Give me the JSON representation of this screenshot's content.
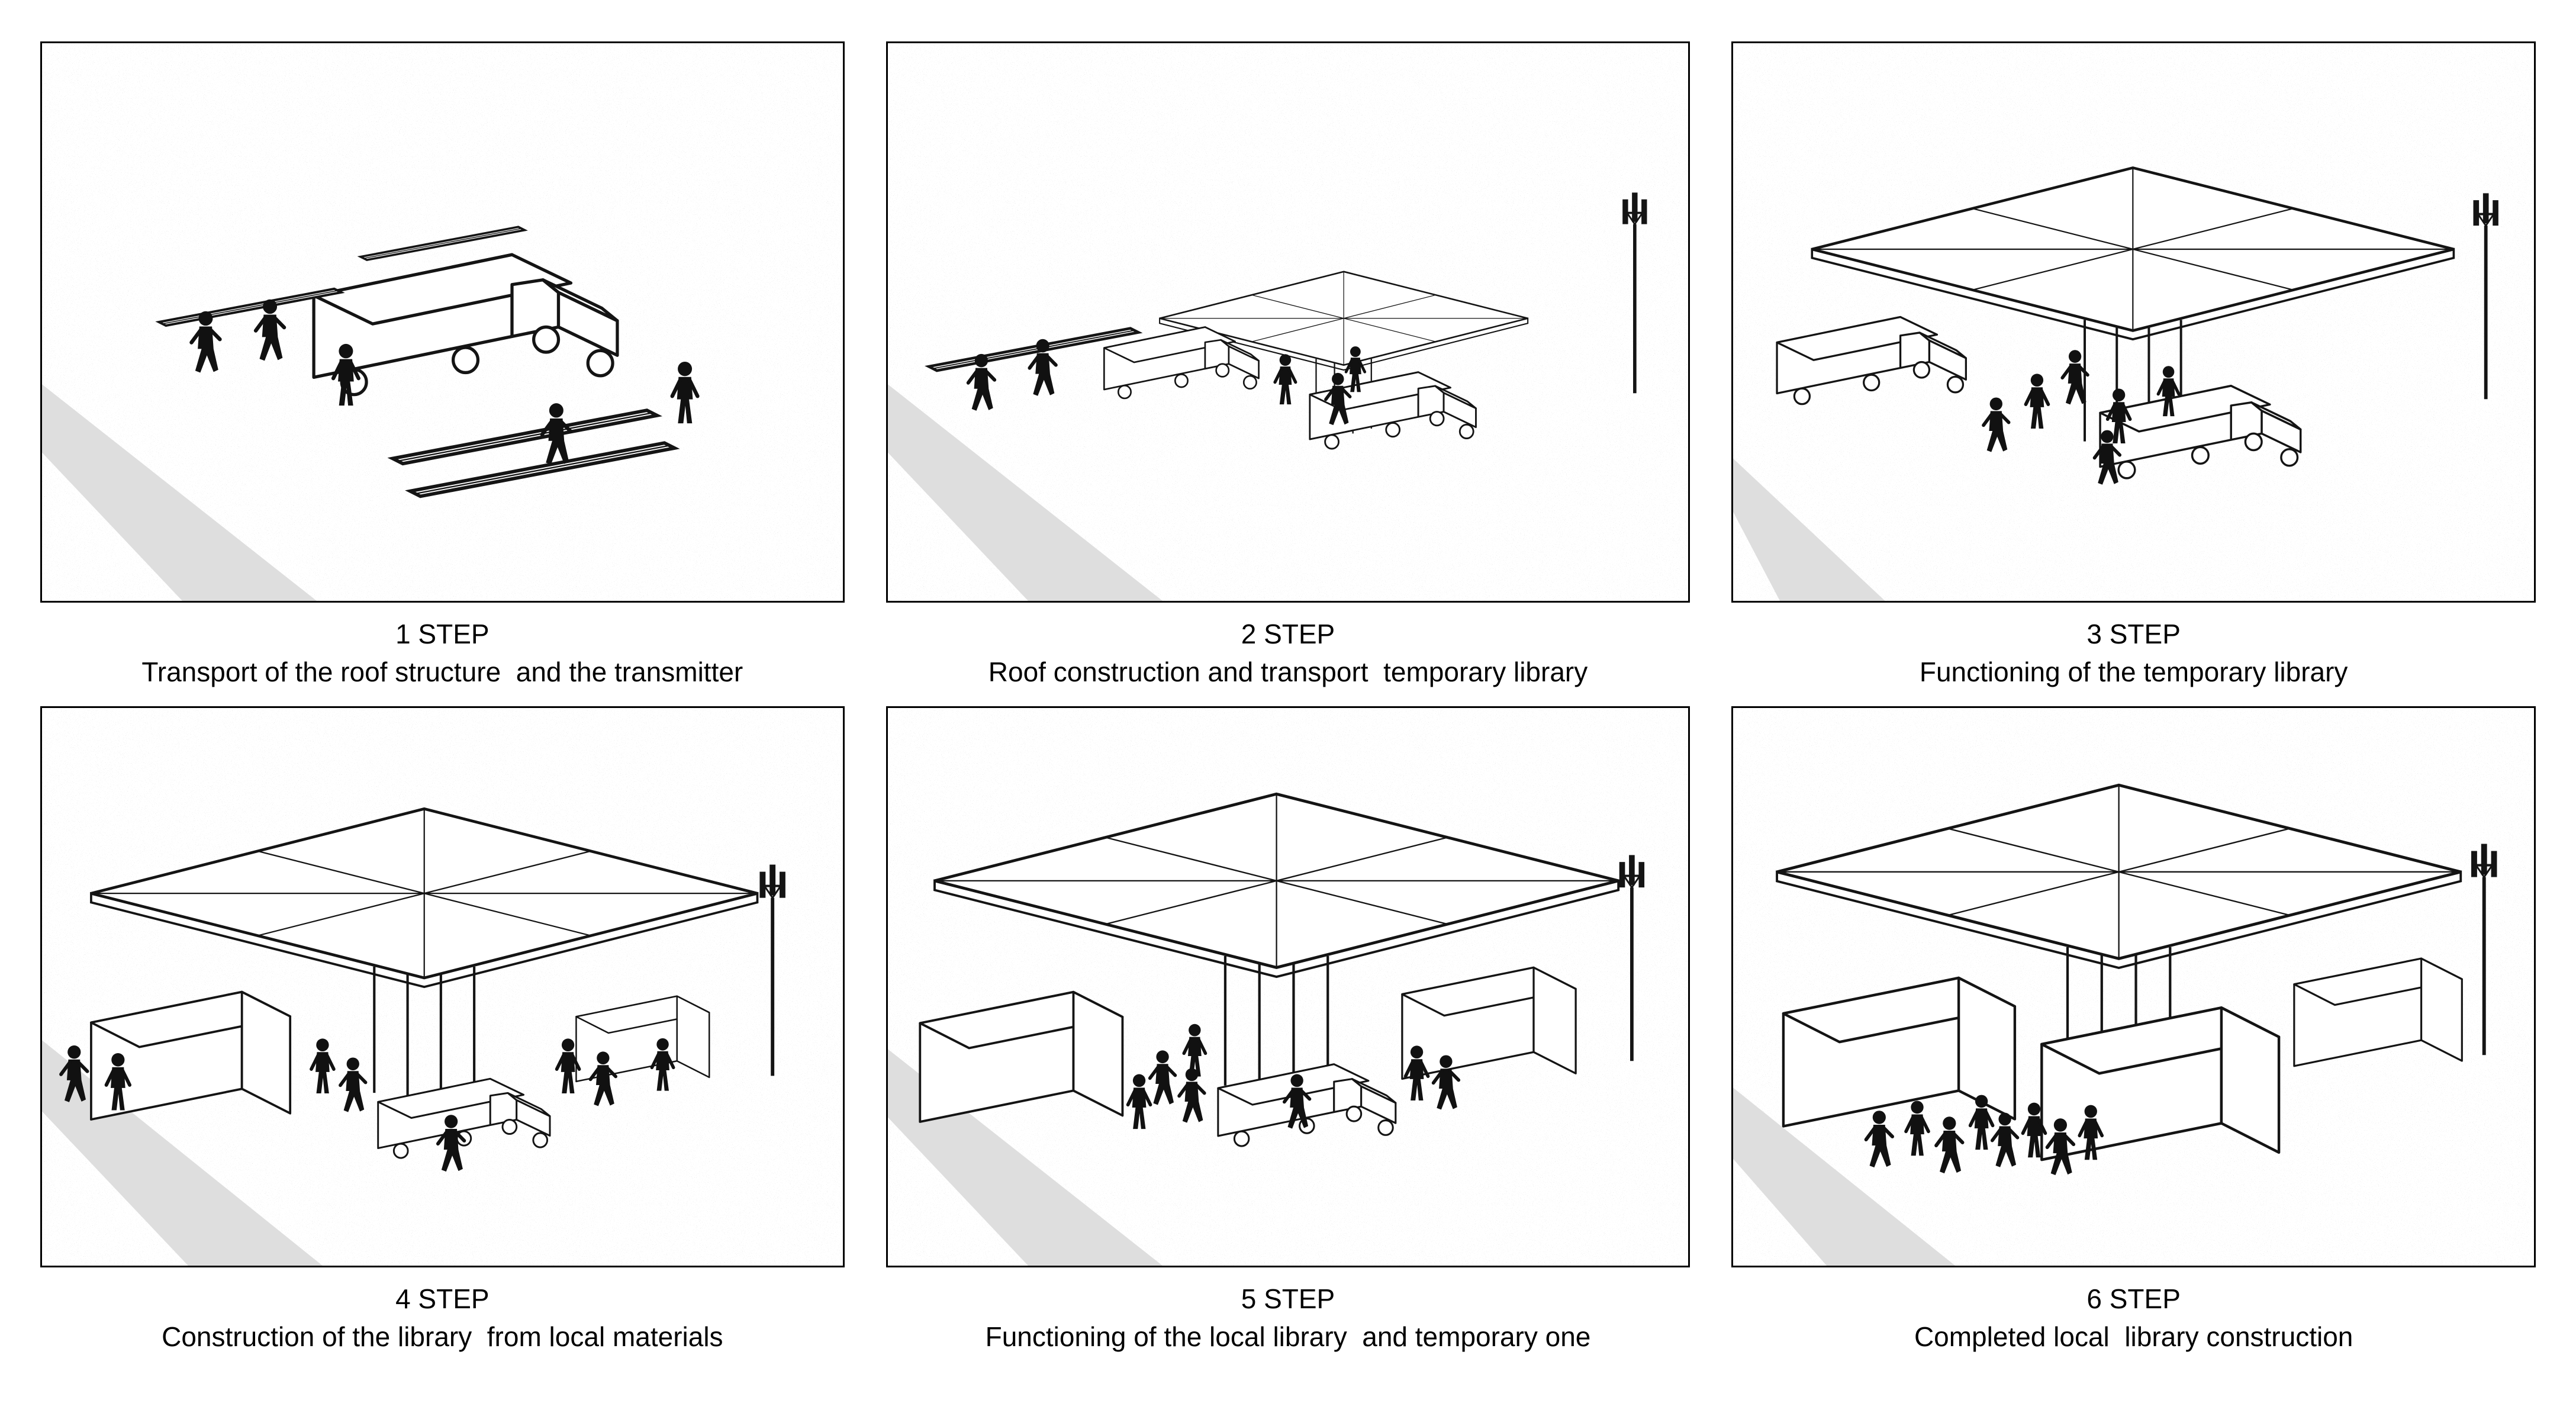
{
  "page": {
    "background": "#ffffff"
  },
  "diagram": {
    "type": "process-steps",
    "panel_border_color": "#000000",
    "line_color": "#141414",
    "road_color": "#dedede",
    "figure_color": "#111111",
    "steps": [
      {
        "label": "1 STEP",
        "caption": "Transport of the roof structure  and the transmitter",
        "elements": [
          "truck",
          "workers-carrying-beam",
          "workers",
          "roof-beams",
          "road"
        ]
      },
      {
        "label": "2 STEP",
        "caption": "Roof construction and transport  temporary library",
        "elements": [
          "roof-canopy",
          "trucks",
          "workers-carrying-beam",
          "transmitter-tower",
          "road"
        ]
      },
      {
        "label": "3 STEP",
        "caption": "Functioning of the temporary library",
        "elements": [
          "roof-canopy",
          "library-trucks",
          "visitors",
          "transmitter-tower",
          "road"
        ]
      },
      {
        "label": "4 STEP",
        "caption": "Construction of the library  from local materials",
        "elements": [
          "roof-canopy",
          "building-volume",
          "truck",
          "shelving",
          "workers",
          "transmitter-tower",
          "road"
        ]
      },
      {
        "label": "5 STEP",
        "caption": "Functioning of the local library  and temporary one",
        "elements": [
          "roof-canopy",
          "building-volumes",
          "library-truck",
          "visitors",
          "transmitter-tower",
          "road"
        ]
      },
      {
        "label": "6 STEP",
        "caption": "Completed local  library construction",
        "elements": [
          "roof-canopy",
          "building-volumes",
          "visitors",
          "transmitter-tower",
          "road"
        ]
      }
    ]
  }
}
